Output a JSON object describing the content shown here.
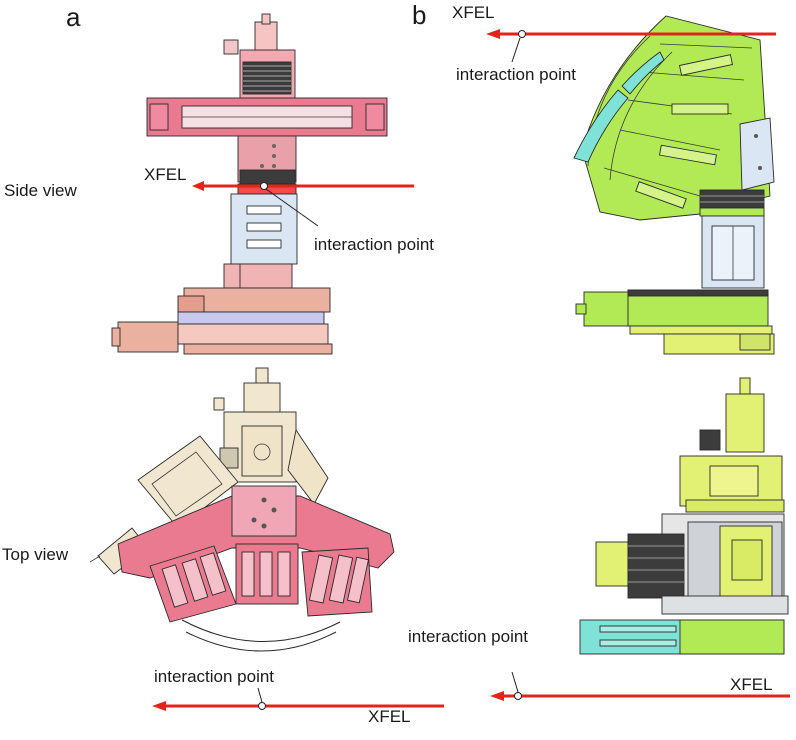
{
  "panels": {
    "a": {
      "label": "a",
      "side_view_label": "Side view",
      "top_view_label": "Top view",
      "side_beam_label": "XFEL",
      "side_ip_label": "interaction point",
      "top_beam_label": "XFEL",
      "top_ip_label": "interaction point"
    },
    "b": {
      "label": "b",
      "upper_beam_label": "XFEL",
      "upper_ip_label": "interaction point",
      "lower_beam_label": "XFEL",
      "lower_ip_label": "interaction point"
    }
  },
  "colors": {
    "beam": "#e0251b",
    "pink_main": "#e97a8f",
    "pink_light": "#f3b6c0",
    "salmon": "#eab0a0",
    "lavender": "#c9c8ee",
    "cream": "#f1e6cf",
    "green": "#b2ea55",
    "yellow_green": "#e2f073",
    "cyan": "#7ee2d6",
    "light_blue": "#dbe6f4",
    "outline": "#2a2a2a"
  }
}
